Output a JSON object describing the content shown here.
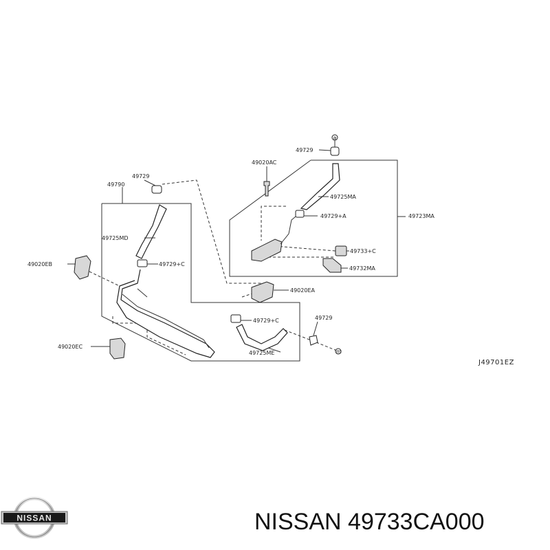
{
  "diagram": {
    "ref_code": "J49701EZ",
    "labels": {
      "l49729_top": "49729",
      "l49020AC": "49020AC",
      "l49725MA": "49725MA",
      "l49729A": "49729+A",
      "l49723MA": "49723MA",
      "l49733C": "49733+C",
      "l49732MA": "49732MA",
      "l49790": "49790",
      "l49729_left": "49729",
      "l49725MD": "49725MD",
      "l49729C_a": "49729+C",
      "l49020EB": "49020EB",
      "l49020EA": "49020EA",
      "l49729C_b": "49729+C",
      "l49729_right": "49729",
      "l49725ME": "49725ME",
      "l49020EC": "49020EC"
    },
    "markers": {
      "a": "a",
      "m": "m"
    }
  },
  "brand": {
    "logo_text": "NISSAN",
    "caption": "NISSAN 49733CA000"
  }
}
